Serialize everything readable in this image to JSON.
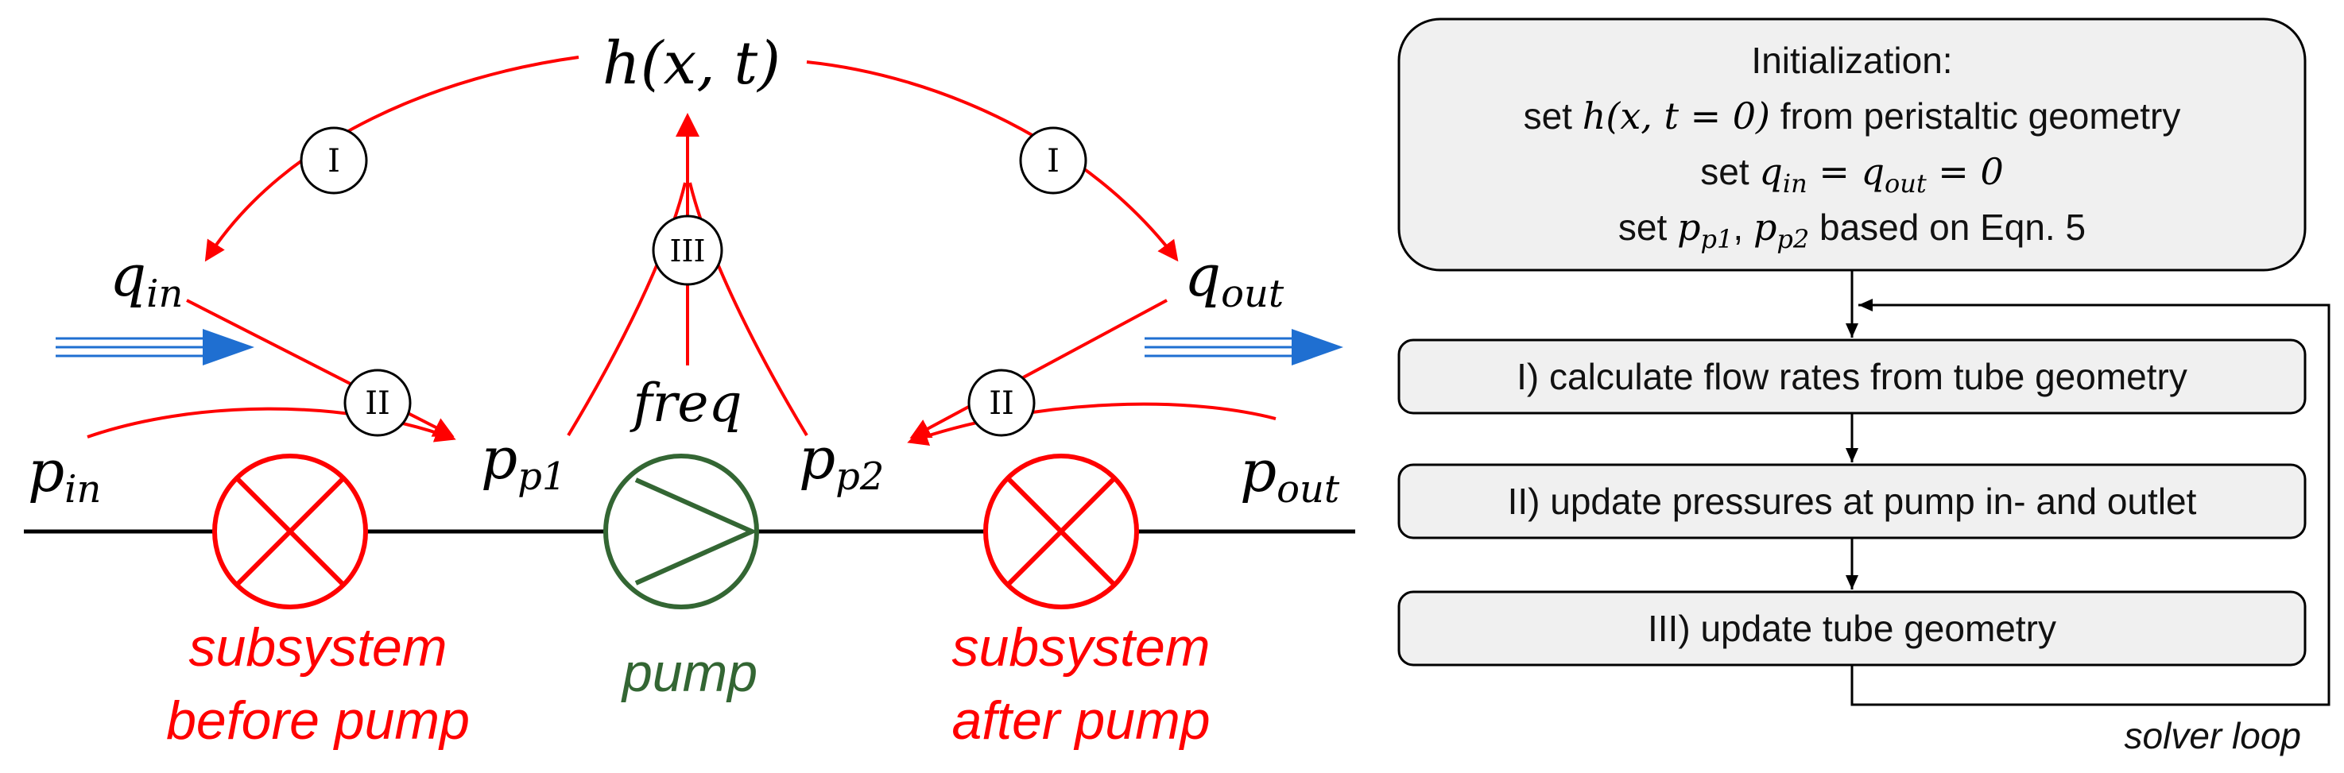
{
  "left": {
    "h_symbol": "h(x, t)",
    "q_in": {
      "base": "q",
      "sub": "in"
    },
    "q_out": {
      "base": "q",
      "sub": "out"
    },
    "p_in": {
      "base": "p",
      "sub": "in"
    },
    "p_p1": {
      "base": "p",
      "sub": "p1"
    },
    "p_p2": {
      "base": "p",
      "sub": "p2"
    },
    "p_out": {
      "base": "p",
      "sub": "out"
    },
    "freq": "freq",
    "step_I": "I",
    "step_II": "II",
    "step_III": "III",
    "subsystem_before": [
      "subsystem",
      "before pump"
    ],
    "pump": "pump",
    "subsystem_after": [
      "subsystem",
      "after pump"
    ]
  },
  "right": {
    "init": {
      "line1": "Initialization:",
      "line2_prefix": "set ",
      "line2_math": "h(x, t = 0)",
      "line2_suffix": " from peristaltic geometry",
      "line3_prefix": "set ",
      "line3_math": "q",
      "line3_sub1": "in",
      "line3_eq": " = q",
      "line3_sub2": "out",
      "line3_end": " = 0",
      "line4_prefix": "set ",
      "line4_p1": "p",
      "line4_p1_sub": "p1",
      "line4_comma": ", ",
      "line4_p2": "p",
      "line4_p2_sub": "p2",
      "line4_suffix": " based on Eqn. 5"
    },
    "step1": "I) calculate flow rates from tube geometry",
    "step2": "II) update pressures at pump in- and outlet",
    "step3": "III) update tube geometry",
    "loop_label": "solver loop"
  },
  "colors": {
    "red": "#ff0000",
    "green": "#336633",
    "blue": "#1f6fd1",
    "box_fill": "#f0f0f0"
  }
}
